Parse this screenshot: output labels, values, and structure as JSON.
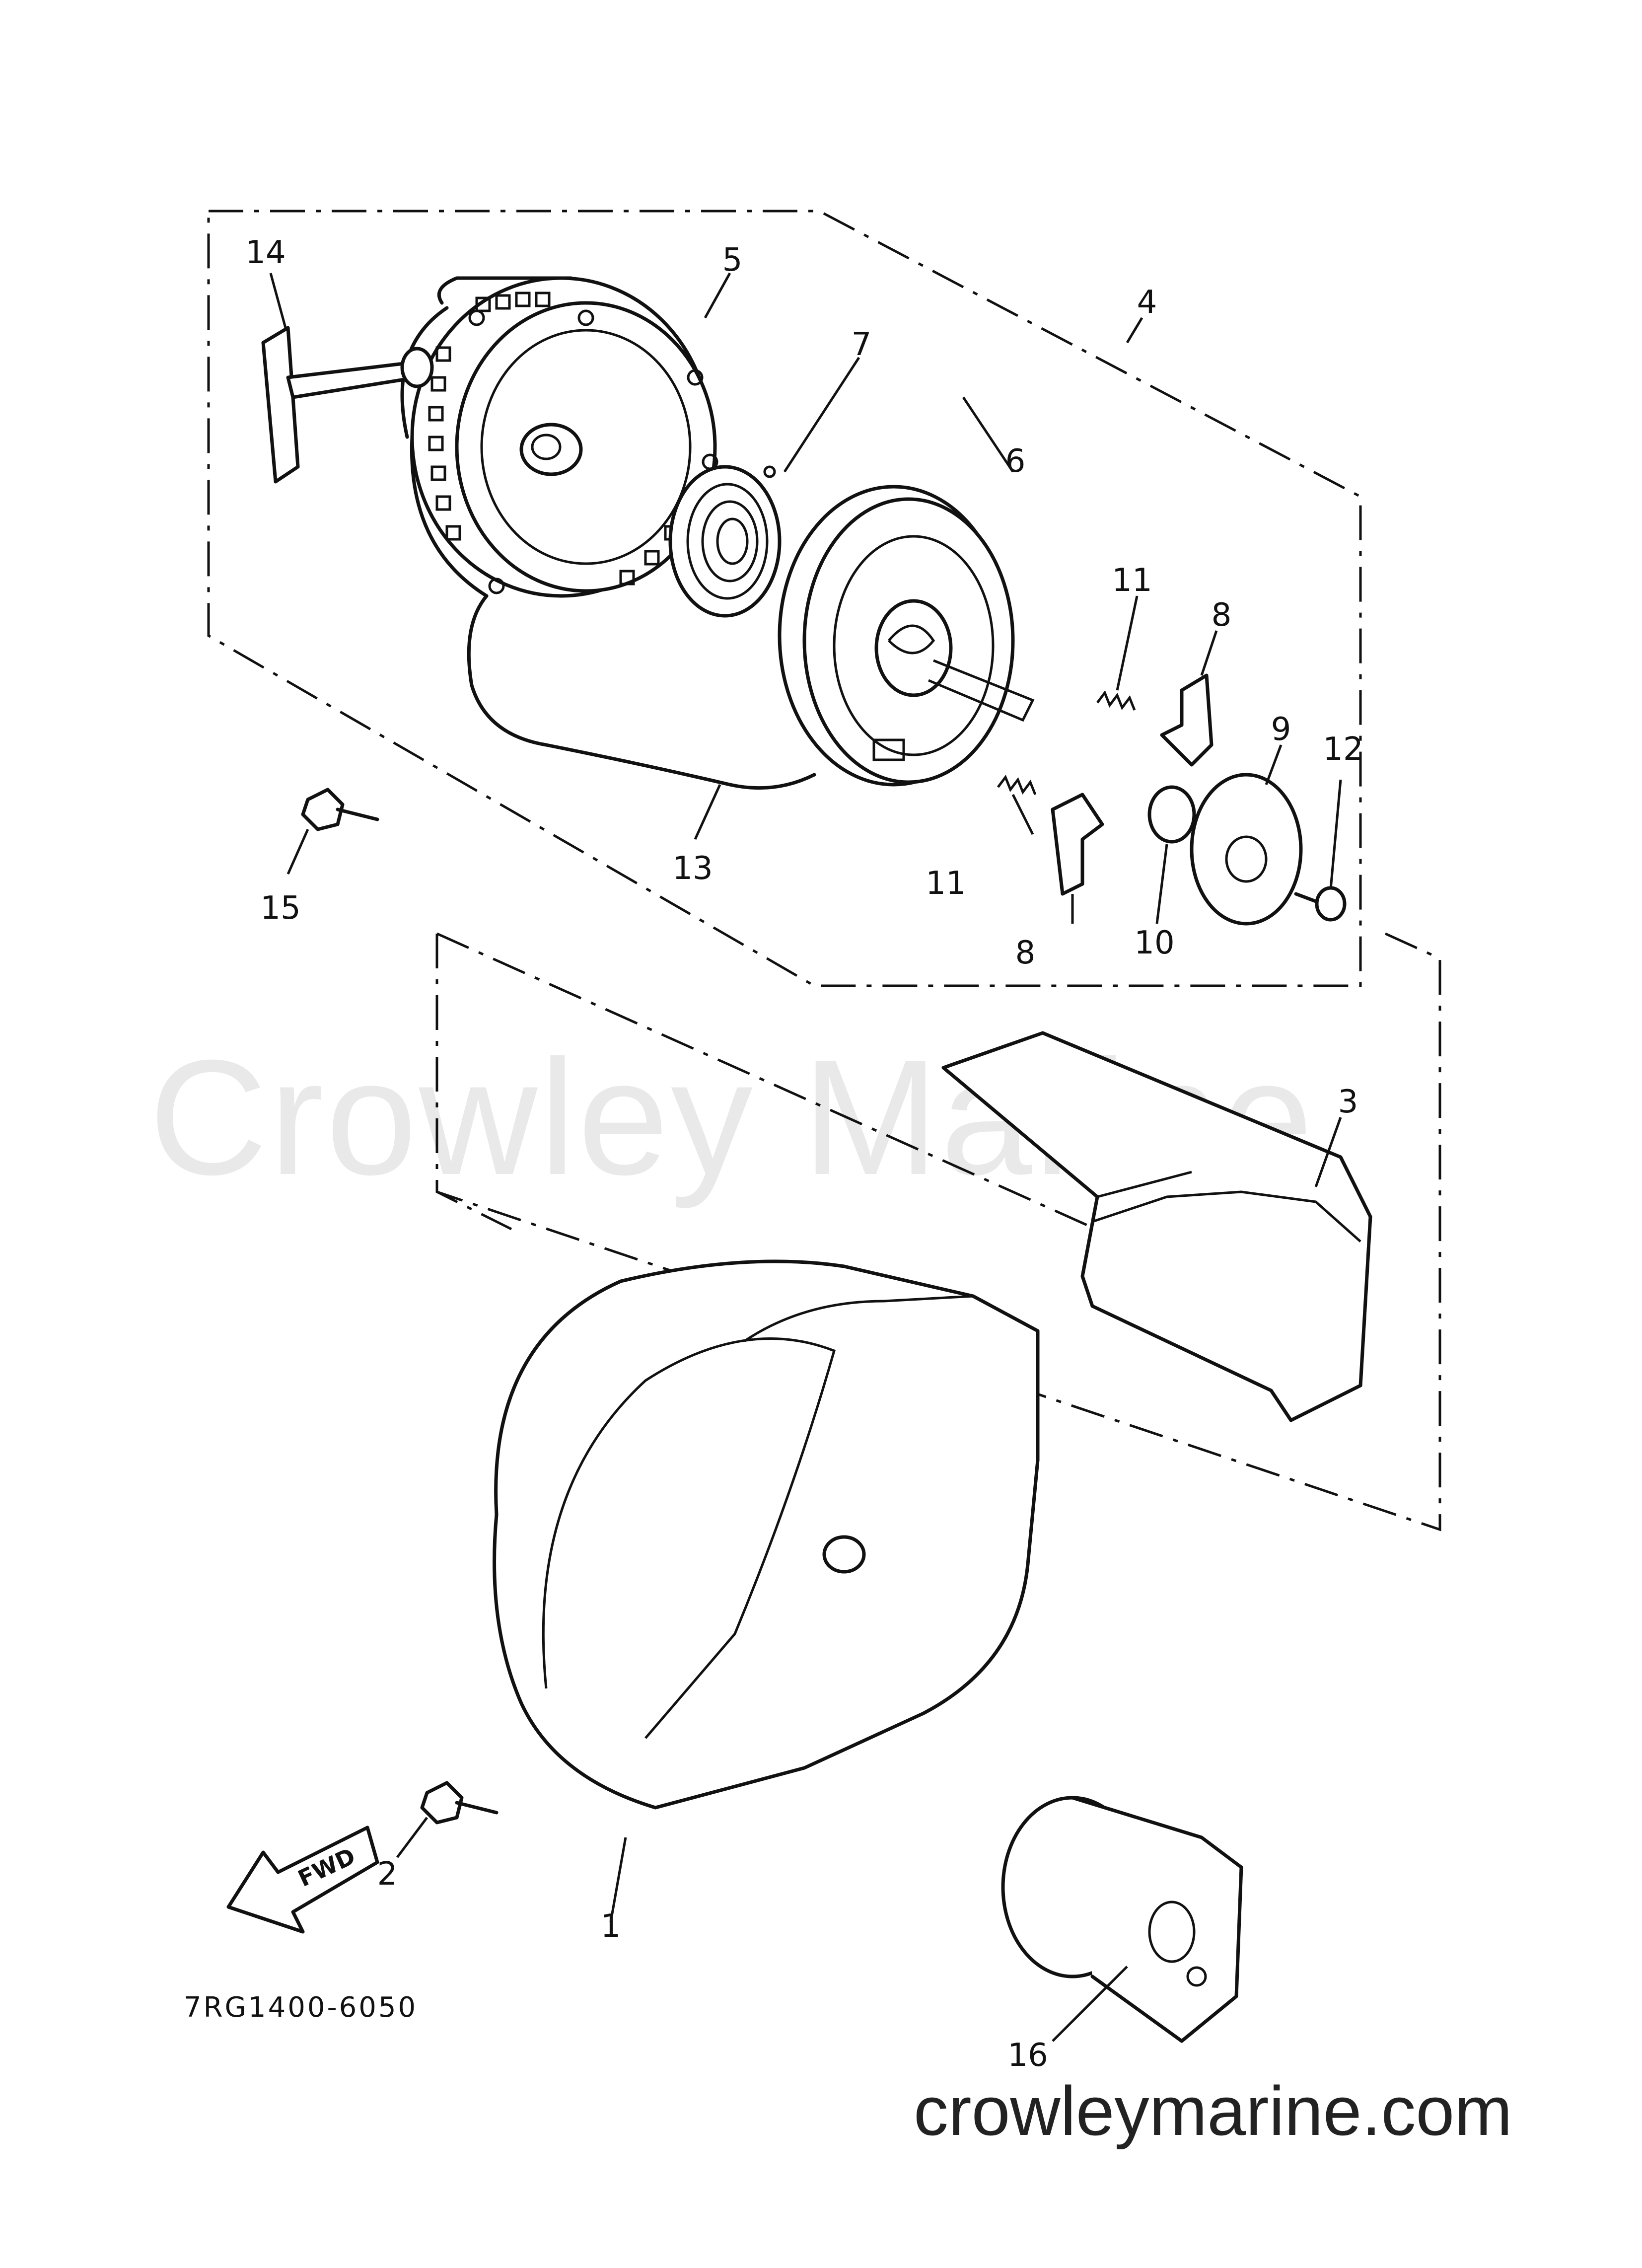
{
  "watermark": "Crowley Marine",
  "footer_url": "crowleymarine.com",
  "part_code": "7RG1400-6050",
  "fwd_label": "FWD",
  "callouts": [
    "1",
    "2",
    "3",
    "4",
    "5",
    "6",
    "7",
    "8",
    "8",
    "9",
    "10",
    "11",
    "11",
    "12",
    "13",
    "14",
    "15",
    "16"
  ]
}
